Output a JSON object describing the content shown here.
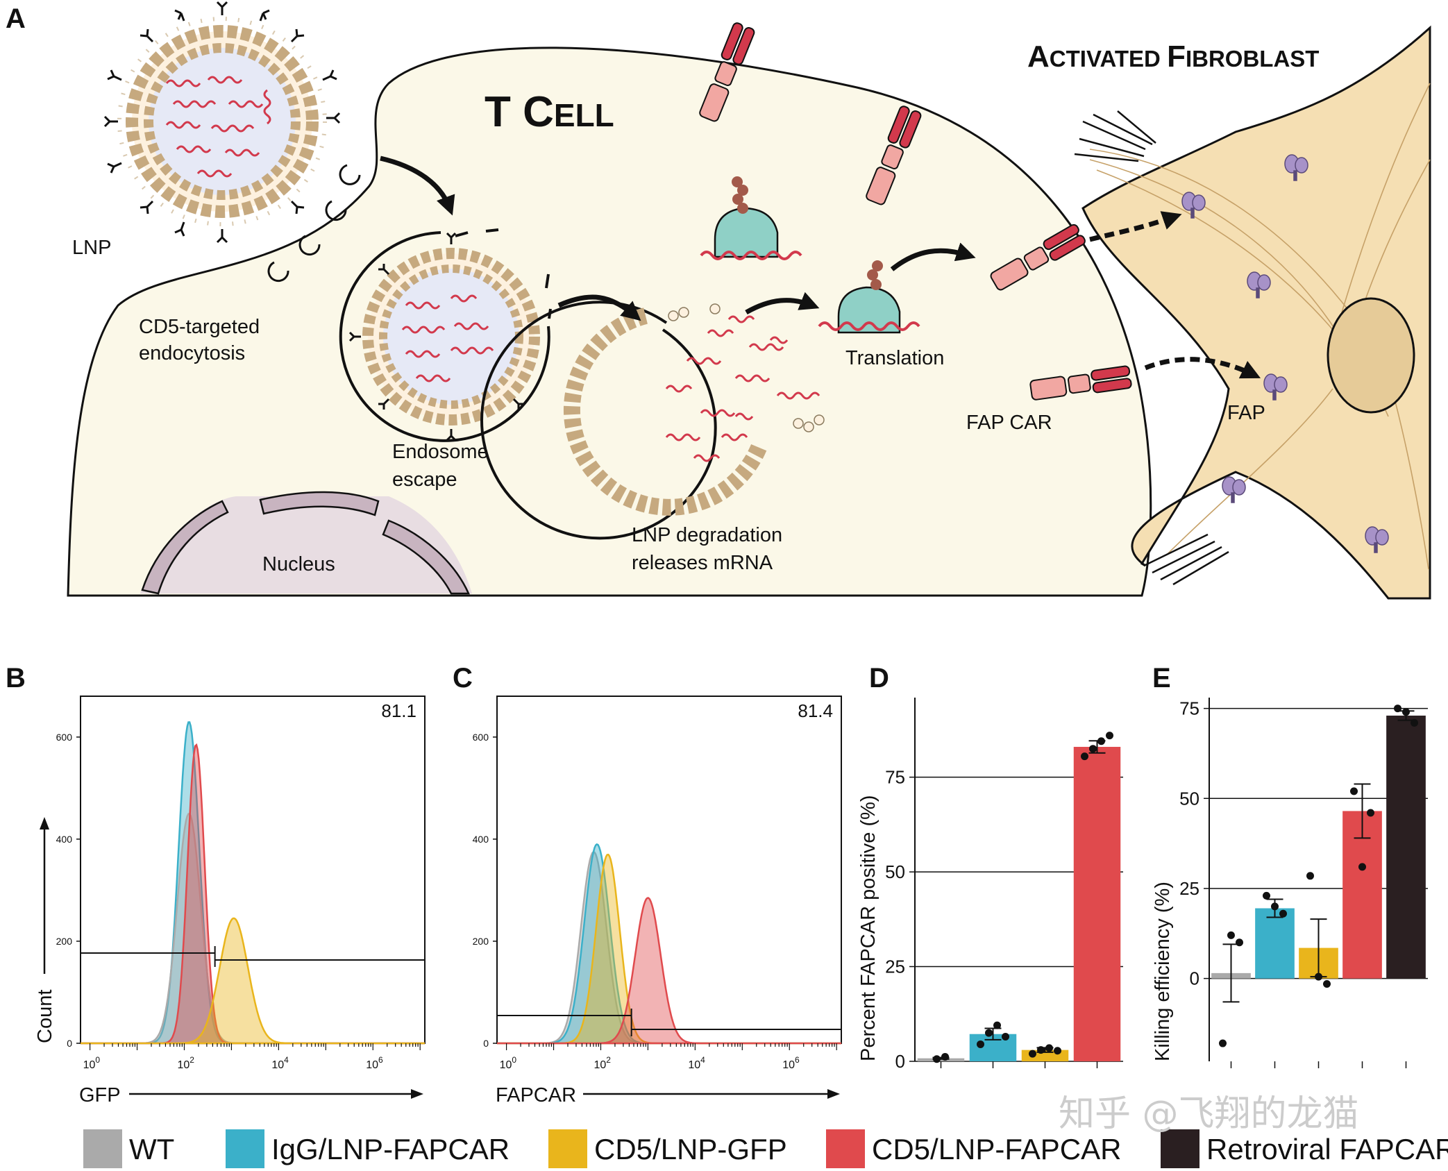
{
  "panels": {
    "a": "A",
    "b": "B",
    "c": "C",
    "d": "D",
    "e": "E"
  },
  "schematic": {
    "t_cell_title": {
      "initial": "T ",
      "first_big": "C",
      "rest": "ELL"
    },
    "fibroblast_title": {
      "w1_big": "A",
      "w1_rest": "CTIVATED ",
      "w2_big": "F",
      "w2_rest": "IBROBLAST"
    },
    "lnp": "LNP",
    "cd5_line1": "CD5-targeted",
    "cd5_line2": "endocytosis",
    "endosome_line1": "Endosome",
    "endosome_line2": "escape",
    "degradation_line1": "LNP degradation",
    "degradation_line2": "releases mRNA",
    "translation": "Translation",
    "fap_car": "FAP CAR",
    "fap": "FAP",
    "nucleus": "Nucleus"
  },
  "colors": {
    "WT": "#aaaaaa",
    "IgG/LNP-FAPCAR": "#3bb0c9",
    "CD5/LNP-GFP": "#e9b51c",
    "CD5/LNP-FAPCAR": "#e04a4d",
    "Retroviral FAPCAR": "#2a1f21",
    "cell_fill": "#fbf8e8",
    "fibroblast_fill": "#f5dfb3",
    "rna": "#d2394c"
  },
  "legend": [
    "WT",
    "IgG/LNP-FAPCAR",
    "CD5/LNP-GFP",
    "CD5/LNP-FAPCAR",
    "Retroviral FAPCAR"
  ],
  "watermark": "知乎 @飞翔的龙猫",
  "chart_data": [
    {
      "panel": "B",
      "type": "area",
      "xlabel": "GFP",
      "ylabel": "Count",
      "x_scale": "log",
      "x_ticks": [
        {
          "base": "10",
          "exp": "0"
        },
        {
          "base": "10",
          "exp": "2"
        },
        {
          "base": "10",
          "exp": "4"
        },
        {
          "base": "10",
          "exp": "6"
        }
      ],
      "y_ticks": [
        "0",
        "200",
        "400",
        "600"
      ],
      "ylim": [
        0,
        680
      ],
      "gate_value": "81.1",
      "series": [
        {
          "name": "IgG/LNP-FAPCAR",
          "mean_log10": 2.1,
          "sd": 0.22,
          "peak": 630
        },
        {
          "name": "WT",
          "mean_log10": 2.1,
          "sd": 0.25,
          "peak": 450
        },
        {
          "name": "CD5/LNP-FAPCAR",
          "mean_log10": 2.25,
          "sd": 0.18,
          "peak": 585
        },
        {
          "name": "CD5/LNP-GFP",
          "mean_log10": 3.05,
          "sd": 0.3,
          "peak": 245
        }
      ]
    },
    {
      "panel": "C",
      "type": "area",
      "xlabel": "FAPCAR",
      "x_scale": "log",
      "x_ticks": [
        {
          "base": "10",
          "exp": "0"
        },
        {
          "base": "10",
          "exp": "2"
        },
        {
          "base": "10",
          "exp": "4"
        },
        {
          "base": "10",
          "exp": "6"
        }
      ],
      "y_ticks": [
        "0",
        "200",
        "400",
        "600"
      ],
      "ylim": [
        0,
        680
      ],
      "gate_value": "81.4",
      "series": [
        {
          "name": "WT",
          "mean_log10": 1.85,
          "sd": 0.27,
          "peak": 375
        },
        {
          "name": "IgG/LNP-FAPCAR",
          "mean_log10": 1.92,
          "sd": 0.27,
          "peak": 390
        },
        {
          "name": "CD5/LNP-GFP",
          "mean_log10": 2.15,
          "sd": 0.25,
          "peak": 370
        },
        {
          "name": "CD5/LNP-FAPCAR",
          "mean_log10": 3.0,
          "sd": 0.27,
          "peak": 285
        }
      ]
    },
    {
      "panel": "D",
      "type": "bar",
      "ylabel": "Percent FAPCAR positive (%)",
      "y_ticks": [
        0,
        25,
        50,
        75
      ],
      "ylim": [
        0,
        96
      ],
      "categories": [
        "WT",
        "IgG/LNP-FAPCAR",
        "CD5/LNP-GFP",
        "CD5/LNP-FAPCAR"
      ],
      "values": [
        0.8,
        7.2,
        3.0,
        83.0
      ],
      "errors": [
        0.2,
        1.5,
        0.6,
        1.6
      ],
      "points": [
        [
          0.6,
          1.2
        ],
        [
          4.5,
          7.5,
          9.5,
          6.5
        ],
        [
          2.0,
          3.0,
          3.5,
          2.8
        ],
        [
          80.5,
          82.5,
          84.5,
          86.0
        ]
      ]
    },
    {
      "panel": "E",
      "type": "bar",
      "ylabel": "Killing efficiency (%)",
      "y_ticks": [
        0,
        25,
        50,
        75
      ],
      "ylim": [
        -23,
        78
      ],
      "categories": [
        "WT",
        "IgG/LNP-FAPCAR",
        "CD5/LNP-GFP",
        "CD5/LNP-FAPCAR",
        "Retroviral FAPCAR"
      ],
      "values": [
        1.5,
        19.5,
        8.5,
        46.5,
        73.0
      ],
      "errors": [
        8.0,
        2.5,
        8.0,
        7.5,
        1.3
      ],
      "points": [
        [
          -18.0,
          12.0,
          10.0
        ],
        [
          23.0,
          20.0,
          18.0
        ],
        [
          28.5,
          0.5,
          -1.5
        ],
        [
          52.0,
          31.0,
          46.0
        ],
        [
          75.0,
          74.0,
          71.0
        ]
      ]
    }
  ]
}
